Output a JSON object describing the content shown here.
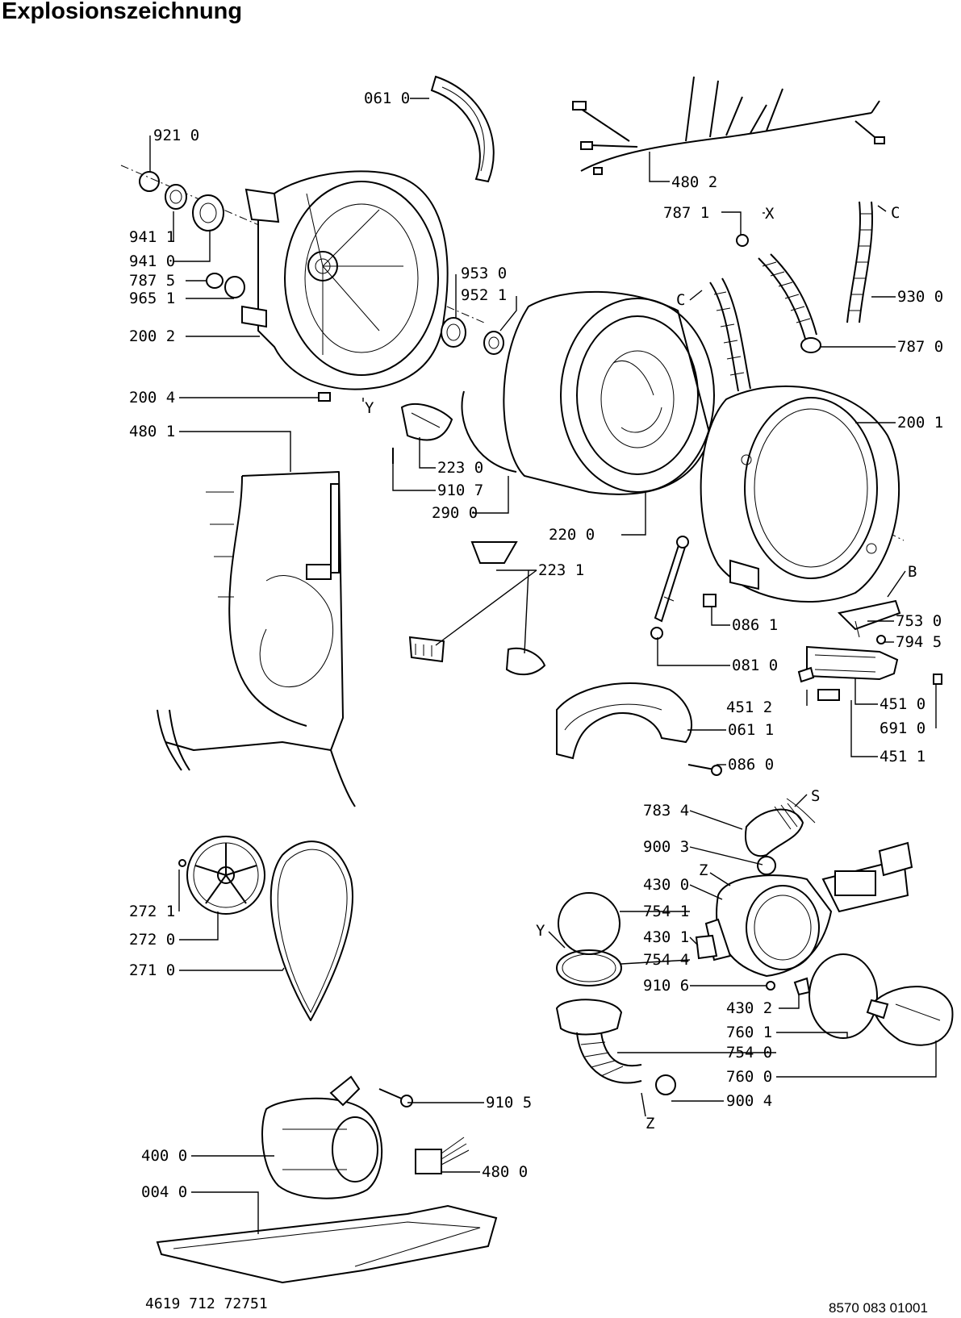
{
  "title": "Explosionszeichnung",
  "footer": {
    "left_code": "4619 712 72751",
    "right_code": "8570 083 01001"
  },
  "callouts": {
    "c0610": "061 0",
    "c9210": "921 0",
    "c4802": "480 2",
    "c9411": "941 1",
    "c9410": "941 0",
    "c7875": "787 5",
    "c9651": "965 1",
    "c2002": "200 2",
    "c9530": "953 0",
    "c9521": "952 1",
    "c7871": "787 1",
    "c9300": "930 0",
    "c7870": "787 0",
    "c2004": "200 4",
    "c2001": "200 1",
    "c4801": "480 1",
    "c2230": "223 0",
    "c9107": "910 7",
    "c2900": "290 0",
    "c2200": "220 0",
    "c2231": "223 1",
    "c7530": "753 0",
    "c7945": "794 5",
    "c0861": "086 1",
    "c0810": "081 0",
    "c4512": "451 2",
    "c4510": "451 0",
    "c6910": "691 0",
    "c0611": "061 1",
    "c4511": "451 1",
    "c0860": "086 0",
    "c7834": "783 4",
    "c9003": "900 3",
    "c4300": "430 0",
    "c7541": "754 1",
    "c2721": "272 1",
    "c4301": "430 1",
    "c2720": "272 0",
    "c7544": "754 4",
    "c2710": "271 0",
    "c9106": "910 6",
    "c4302": "430 2",
    "c7601": "760 1",
    "c7540": "754 0",
    "c7600": "760 0",
    "c9105": "910 5",
    "c9004": "900 4",
    "c4000": "400 0",
    "c4800": "480 0",
    "c0040": "004 0"
  },
  "markers": {
    "y1": "Y",
    "y2": "Y",
    "x": "X",
    "c1": "C",
    "c2": "C",
    "b": "B",
    "s": "S",
    "z1": "Z",
    "z2": "Z"
  }
}
